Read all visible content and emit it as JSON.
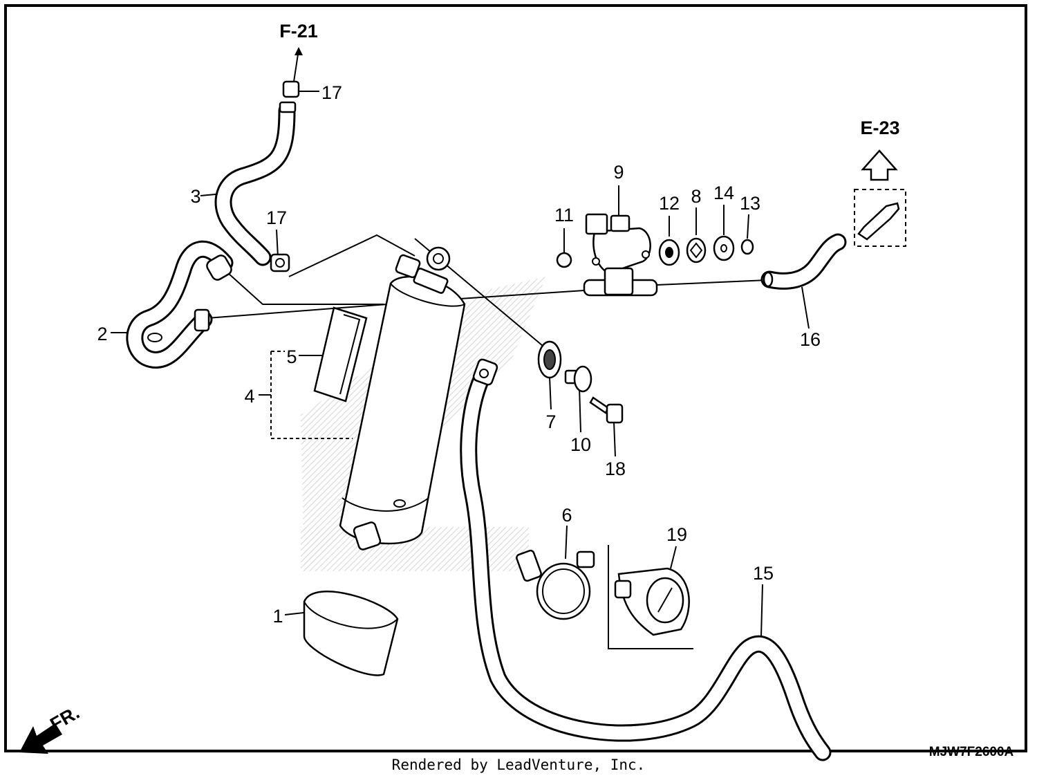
{
  "diagram": {
    "refs": {
      "f21": "F-21",
      "e23": "E-23"
    },
    "parts": {
      "p1": "1",
      "p2": "2",
      "p3": "3",
      "p4": "4",
      "p5": "5",
      "p6": "6",
      "p7": "7",
      "p8": "8",
      "p9": "9",
      "p10": "10",
      "p11": "11",
      "p12": "12",
      "p13": "13",
      "p14": "14",
      "p15": "15",
      "p16": "16",
      "p17a": "17",
      "p17b": "17",
      "p18": "18",
      "p19": "19"
    },
    "front_label": "FR.",
    "code": "MJW7F2600A",
    "credit": "Rendered by LeadVenture, Inc."
  }
}
